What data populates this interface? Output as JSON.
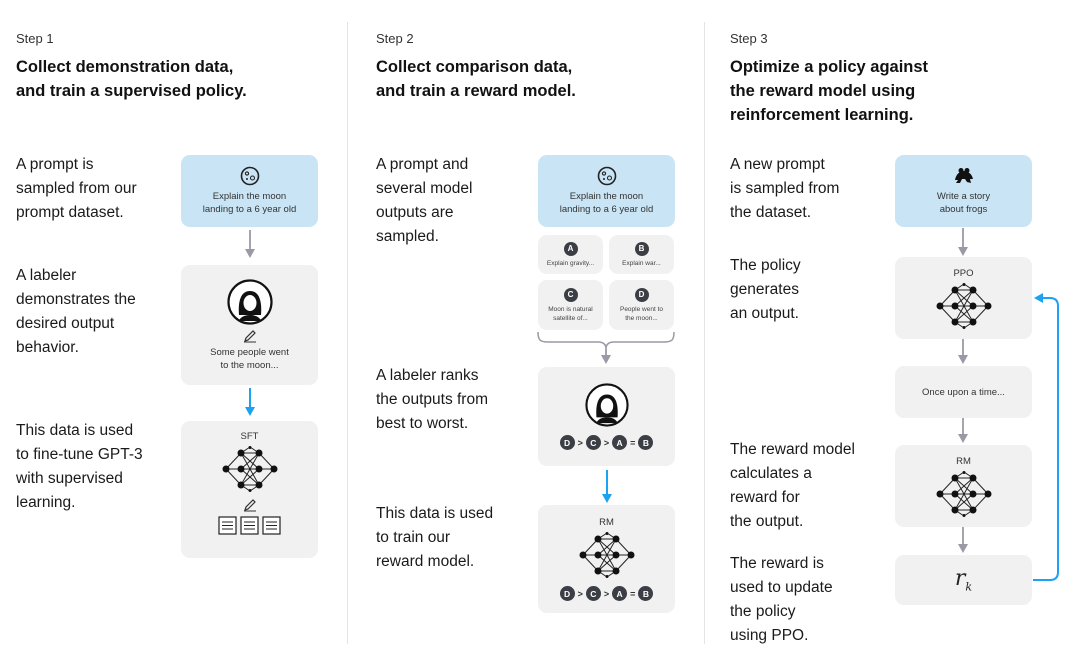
{
  "steps": [
    {
      "label": "Step 1",
      "heading": [
        "Collect demonstration data,",
        "and train a supervised policy."
      ],
      "paragraphs": [
        [
          "A prompt is",
          "sampled from our",
          "prompt dataset."
        ],
        [
          "A labeler",
          "demonstrates the",
          "desired output",
          "behavior."
        ],
        [
          "This data is used",
          "to fine-tune GPT-3",
          "with supervised",
          "learning."
        ]
      ],
      "prompt_text": [
        "Explain the moon",
        "landing to a 6 year old"
      ],
      "demo_text": [
        "Some people went",
        "to the moon..."
      ],
      "model_label": "SFT"
    },
    {
      "label": "Step 2",
      "heading": [
        "Collect comparison data,",
        "and train a reward model."
      ],
      "paragraphs": [
        [
          "A prompt and",
          "several model",
          "outputs are",
          "sampled."
        ],
        [
          "A labeler ranks",
          "the outputs from",
          "best to worst."
        ],
        [
          "This data is used",
          "to train our",
          "reward model."
        ]
      ],
      "prompt_text": [
        "Explain the moon",
        "landing to a 6 year old"
      ],
      "outputs": [
        {
          "badge": "A",
          "text": [
            "Explain gravity..."
          ]
        },
        {
          "badge": "B",
          "text": [
            "Explain war..."
          ]
        },
        {
          "badge": "C",
          "text": [
            "Moon is natural",
            "satellite of..."
          ]
        },
        {
          "badge": "D",
          "text": [
            "People went to",
            "the moon..."
          ]
        }
      ],
      "ranking": [
        "D",
        ">",
        "C",
        ">",
        "A",
        "=",
        "B"
      ],
      "model_label": "RM"
    },
    {
      "label": "Step 3",
      "heading": [
        "Optimize a policy against",
        "the reward model using",
        "reinforcement learning."
      ],
      "paragraphs": [
        [
          "A new prompt",
          "is sampled from",
          "the dataset."
        ],
        [
          "The policy",
          "generates",
          "an output."
        ],
        [
          "The reward model",
          "calculates a",
          "reward for",
          "the output."
        ],
        [
          "The reward is",
          "used to update",
          "the policy",
          "using PPO."
        ]
      ],
      "prompt_text": [
        "Write a story",
        "about frogs"
      ],
      "policy_label": "PPO",
      "output_text": "Once upon a time...",
      "rm_label": "RM",
      "reward_symbol": "r",
      "reward_subscript": "k"
    }
  ],
  "colors": {
    "prompt_box": "#c9e5f5",
    "gray_box": "#f1f1f1",
    "gray_arrow": "#9a9aa6",
    "blue_arrow": "#1da1f2"
  },
  "icons": [
    "moon-icon",
    "labeler-avatar-icon",
    "pencil-icon",
    "neural-network-icon",
    "document-icon",
    "frog-icon"
  ]
}
